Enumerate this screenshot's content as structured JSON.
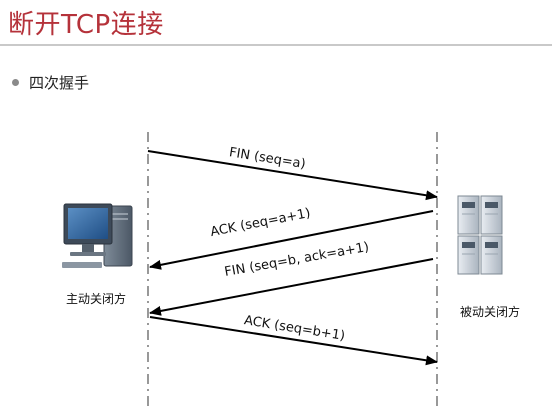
{
  "slide": {
    "title": "断开TCP连接",
    "bullet": "四次握手"
  },
  "diagram": {
    "left_party": {
      "label": "主动关闭方",
      "icon": "desktop-computer-icon"
    },
    "right_party": {
      "label": "被动关闭方",
      "icon": "server-rack-icon"
    },
    "messages": [
      {
        "text": "FIN (seq=a)",
        "direction": "left-to-right"
      },
      {
        "text": "ACK (seq=a+1)",
        "direction": "right-to-left"
      },
      {
        "text": "FIN (seq=b, ack=a+1)",
        "direction": "right-to-left"
      },
      {
        "text": "ACK (seq=b+1)",
        "direction": "left-to-right"
      }
    ],
    "colors": {
      "title": "#b5323a",
      "arrow": "#000000",
      "lifeline": "#555555"
    }
  }
}
